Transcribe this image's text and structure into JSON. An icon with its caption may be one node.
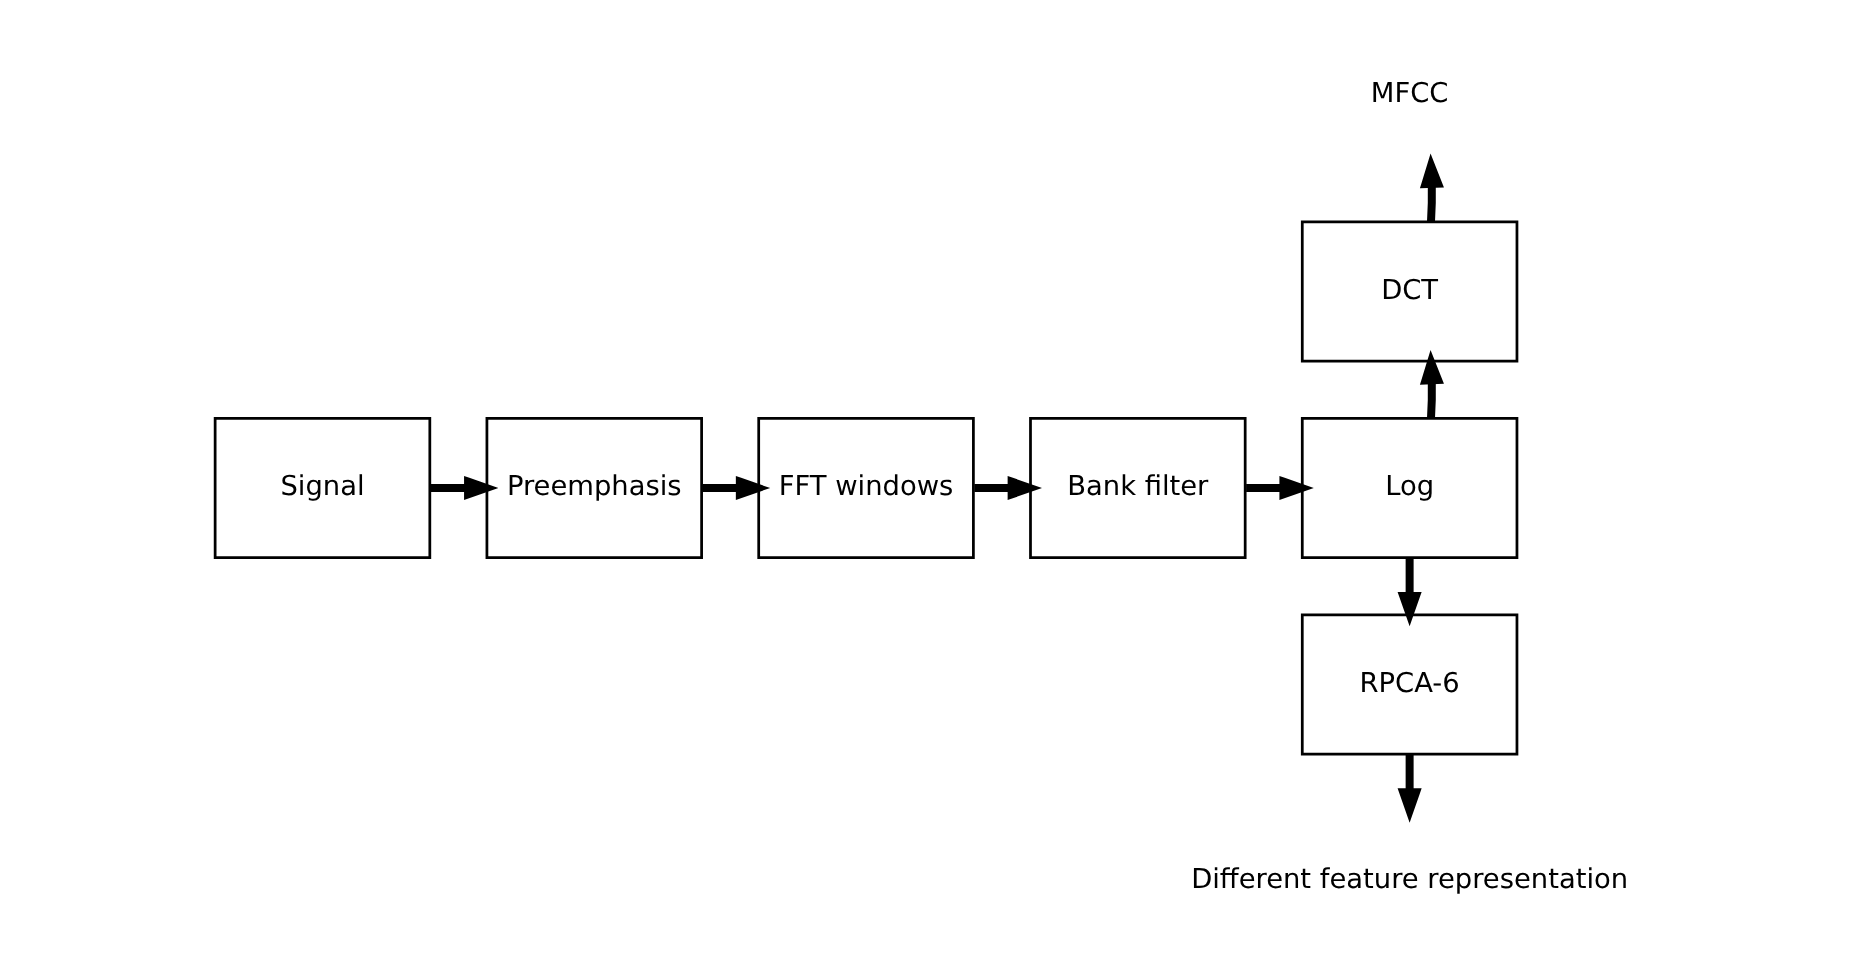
{
  "diagram": {
    "nodes": [
      {
        "text": [
          "Signal"
        ]
      },
      {
        "text": [
          "Preemphasis"
        ]
      },
      {
        "text": [
          "FFT windows"
        ]
      },
      {
        "text": [
          "Bank filter"
        ]
      },
      {
        "text": [
          "Log"
        ]
      },
      {
        "text": [
          "DCT"
        ]
      },
      {
        "text": [
          "RPCA-6"
        ]
      },
      {
        "text": [
          "MFCC"
        ]
      },
      {
        "text": [
          "Different feature representation"
        ]
      }
    ],
    "edges": [
      {
        "from": 0,
        "to": 1,
        "arrow": "to"
      },
      {
        "from": 1,
        "to": 2,
        "arrow": "to"
      },
      {
        "from": 2,
        "to": 3,
        "arrow": "to"
      },
      {
        "from": 3,
        "to": 4,
        "arrow": "to"
      },
      {
        "from": 4,
        "to": 5,
        "arrow": "to"
      },
      {
        "from": 5,
        "to": 7,
        "arrow": "to"
      },
      {
        "from": 4,
        "to": 6,
        "arrow": "to"
      },
      {
        "from": 6,
        "to": 8,
        "arrow": "to"
      }
    ]
  }
}
